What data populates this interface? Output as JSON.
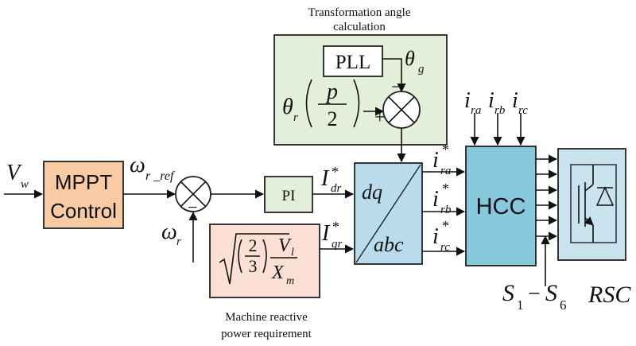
{
  "diagram": {
    "colors": {
      "mppt_fill": "#f8cba4",
      "angle_region_fill": "#e4efd9",
      "pi_fill": "#e4efd9",
      "reactive_fill": "#fbe0d3",
      "dq_fill": "#b8dceb",
      "hcc_fill": "#86c8dc",
      "rsc_fill": "#c9e4ee",
      "line": "#111111"
    },
    "captions": {
      "angle_line1": "Transformation angle",
      "angle_line2": "calculation",
      "reactive_line1": "Machine reactive",
      "reactive_line2": "power requirement"
    },
    "blocks": {
      "mppt_line1": "MPPT",
      "mppt_line2": "Control",
      "pll": "PLL",
      "pi": "PI",
      "dq_top": "dq",
      "dq_bottom": "abc",
      "hcc": "HCC",
      "rsc": "RSC"
    },
    "signals": {
      "vw": "V",
      "vw_sub": "w",
      "omega_ref": "ω",
      "omega_ref_sub": "r _ref",
      "omega_r": "ω",
      "omega_r_sub": "r",
      "theta_g": "θ",
      "theta_g_sub": "g",
      "theta_r": "θ",
      "theta_r_sub": "r",
      "p": "p",
      "two": "2",
      "idr": "I",
      "idr_sub": "dr",
      "iqr": "I",
      "iqr_sub": "qr",
      "star": "*",
      "ira_star": "i",
      "ira_sub": "ra",
      "irb_star": "i",
      "irb_sub": "rb",
      "irc_star": "i",
      "irc_sub": "rc",
      "ira": "i",
      "irb": "i",
      "irc": "i",
      "s1": "S",
      "s1_sub": "1",
      "dash": "−",
      "s6": "S",
      "s6_sub": "6",
      "plus": "+",
      "minus": "−",
      "frac_num": "2",
      "frac_den": "3",
      "vl": "V",
      "vl_sub": "l",
      "xm": "X",
      "xm_sub": "m"
    }
  }
}
